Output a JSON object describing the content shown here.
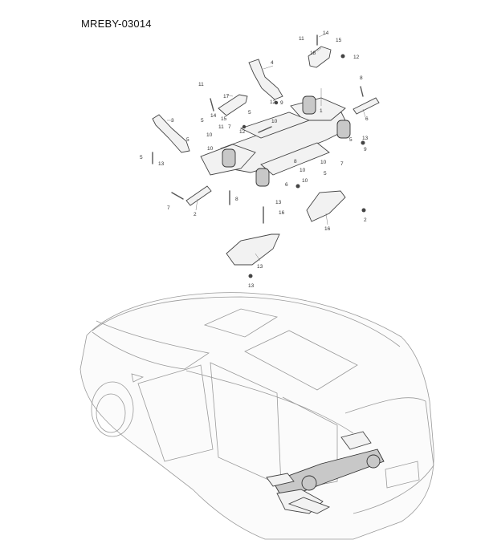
{
  "diagram_code": "MREBY-03014",
  "callouts": [
    {
      "id": "c1",
      "text": "11"
    },
    {
      "id": "c2",
      "text": "14"
    },
    {
      "id": "c3",
      "text": "15"
    },
    {
      "id": "c4",
      "text": "18"
    },
    {
      "id": "c5",
      "text": "12"
    },
    {
      "id": "c6",
      "text": "4"
    },
    {
      "id": "c7",
      "text": "8"
    },
    {
      "id": "c8",
      "text": "11"
    },
    {
      "id": "c9",
      "text": "17"
    },
    {
      "id": "c10",
      "text": "5"
    },
    {
      "id": "c11",
      "text": "12"
    },
    {
      "id": "c12",
      "text": "9"
    },
    {
      "id": "c13",
      "text": "1"
    },
    {
      "id": "c14",
      "text": "6"
    },
    {
      "id": "c15",
      "text": "3"
    },
    {
      "id": "c16",
      "text": "5"
    },
    {
      "id": "c17",
      "text": "14"
    },
    {
      "id": "c18",
      "text": "15"
    },
    {
      "id": "c19",
      "text": "11"
    },
    {
      "id": "c20",
      "text": "7"
    },
    {
      "id": "c21",
      "text": "10"
    },
    {
      "id": "c22",
      "text": "12"
    },
    {
      "id": "c23",
      "text": "10"
    },
    {
      "id": "c24",
      "text": "13"
    },
    {
      "id": "c25",
      "text": "5"
    },
    {
      "id": "c26",
      "text": "5"
    },
    {
      "id": "c27",
      "text": "10"
    },
    {
      "id": "c28",
      "text": "9"
    },
    {
      "id": "c29",
      "text": "7"
    },
    {
      "id": "c30",
      "text": "8"
    },
    {
      "id": "c31",
      "text": "10"
    },
    {
      "id": "c32",
      "text": "13"
    },
    {
      "id": "c33",
      "text": "10"
    },
    {
      "id": "c34",
      "text": "5"
    },
    {
      "id": "c35",
      "text": "10"
    },
    {
      "id": "c36",
      "text": "6"
    },
    {
      "id": "c37",
      "text": "2"
    },
    {
      "id": "c38",
      "text": "8"
    },
    {
      "id": "c39",
      "text": "7"
    },
    {
      "id": "c40",
      "text": "13"
    },
    {
      "id": "c41",
      "text": "2"
    },
    {
      "id": "c42",
      "text": "16"
    },
    {
      "id": "c43",
      "text": "16"
    },
    {
      "id": "c44",
      "text": "13"
    },
    {
      "id": "c45",
      "text": "13"
    },
    {
      "id": "c46",
      "text": "5"
    }
  ]
}
